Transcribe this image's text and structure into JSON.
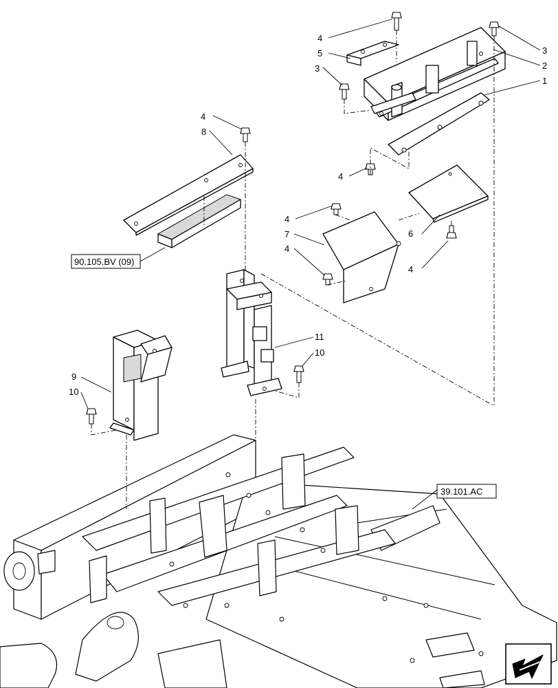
{
  "callouts": [
    {
      "id": "c-4a",
      "text": "4"
    },
    {
      "id": "c-5",
      "text": "5"
    },
    {
      "id": "c-3a",
      "text": "3"
    },
    {
      "id": "c-3b",
      "text": "3"
    },
    {
      "id": "c-2",
      "text": "2"
    },
    {
      "id": "c-1",
      "text": "1"
    },
    {
      "id": "c-4b",
      "text": "4"
    },
    {
      "id": "c-8",
      "text": "8"
    },
    {
      "id": "c-4c",
      "text": "4"
    },
    {
      "id": "c-4d",
      "text": "4"
    },
    {
      "id": "c-7",
      "text": "7"
    },
    {
      "id": "c-4e",
      "text": "4"
    },
    {
      "id": "c-6",
      "text": "6"
    },
    {
      "id": "c-4f",
      "text": "4"
    },
    {
      "id": "c-11",
      "text": "11"
    },
    {
      "id": "c-10a",
      "text": "10"
    },
    {
      "id": "c-9",
      "text": "9"
    },
    {
      "id": "c-10b",
      "text": "10"
    }
  ],
  "references": {
    "ref_a": "90.105.BV (09)",
    "ref_b": "39.101.AC"
  },
  "nav": {
    "icon": "arrow-icon"
  }
}
